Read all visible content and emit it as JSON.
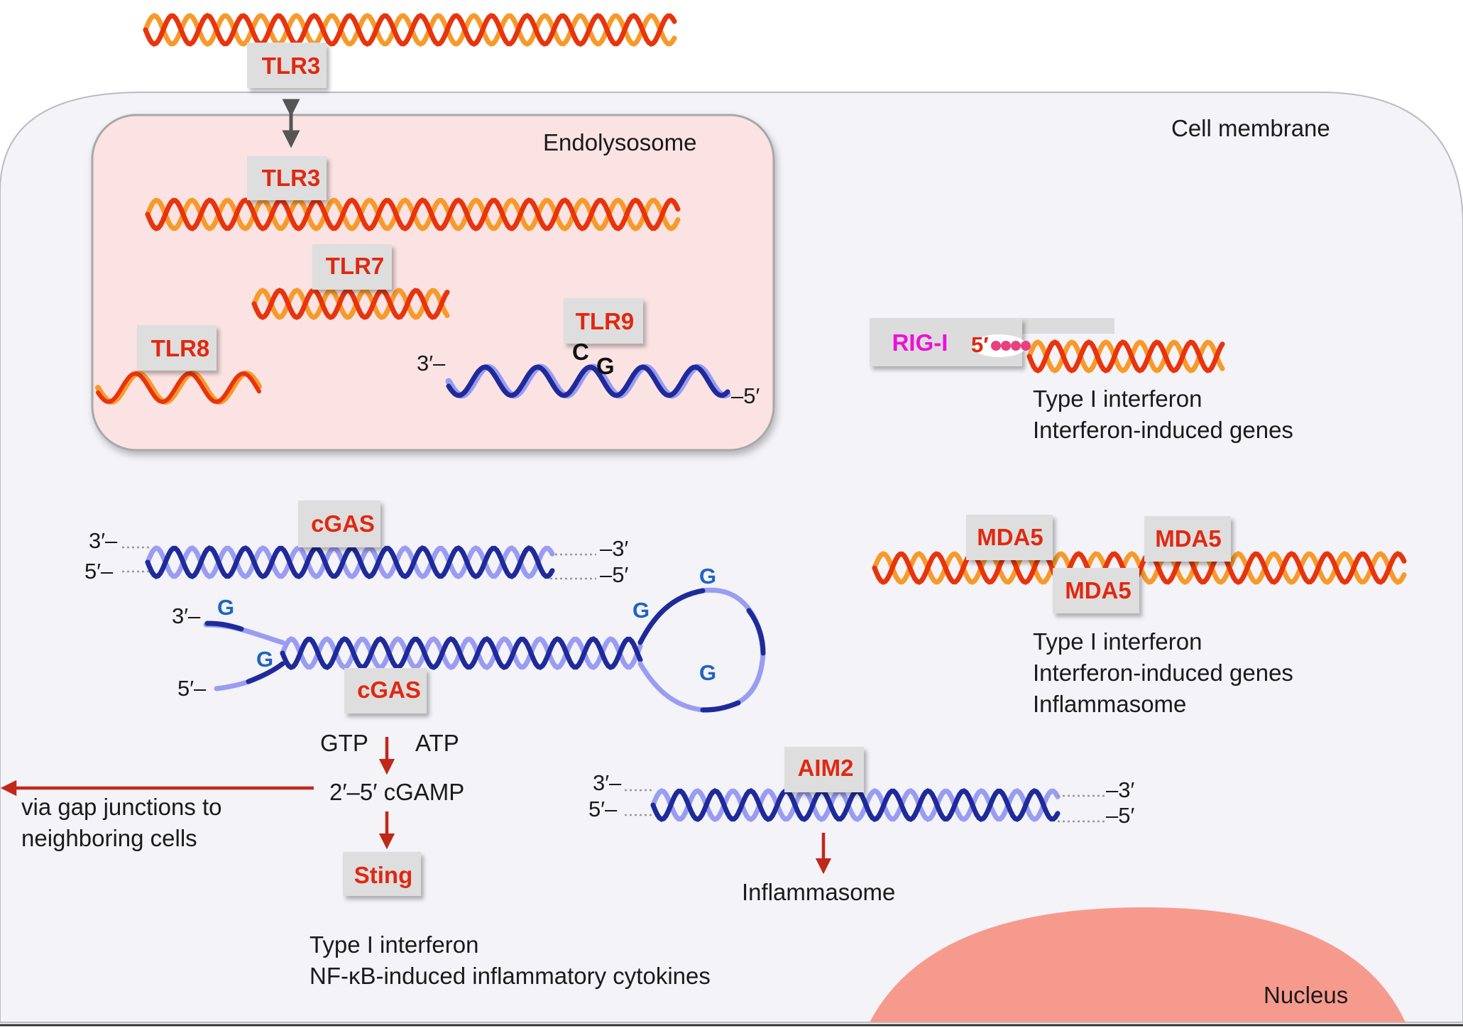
{
  "compartments": {
    "cell_membrane": "Cell membrane",
    "endolysosome": "Endolysosome",
    "nucleus": "Nucleus"
  },
  "proteins": {
    "tlr3_surface": "TLR3",
    "tlr3_endo": "TLR3",
    "tlr7": "TLR7",
    "tlr8": "TLR8",
    "tlr9": "TLR9",
    "rig_i": "RIG-I",
    "mda5_a": "MDA5",
    "mda5_b": "MDA5",
    "mda5_c": "MDA5",
    "cgas_a": "cGAS",
    "cgas_b": "cGAS",
    "aim2": "AIM2",
    "sting": "Sting"
  },
  "strand_ends": {
    "tlr9_left": "3′–",
    "tlr9_right": "–5′",
    "cgas_top_3_left": "3′–",
    "cgas_top_5_left": "5′–",
    "cgas_top_3_right": "–3′",
    "cgas_top_5_right": "–5′",
    "cgas_hp_3": "3′–",
    "cgas_hp_5": "5′–",
    "aim2_3_left": "3′–",
    "aim2_5_left": "5′–",
    "aim2_3_right": "–3′",
    "aim2_5_right": "–5′",
    "rig_5": "5′"
  },
  "nucleotides": {
    "tlr9_c": "C",
    "tlr9_g": "G",
    "g_label": "G"
  },
  "pathway": {
    "gtp": "GTP",
    "atp": "ATP",
    "cgamp": "2′–5′ cGAMP",
    "gap_junction_line1": "via gap junctions to",
    "gap_junction_line2": "neighboring cells",
    "sting_out_line1": "Type I interferon",
    "sting_out_line2": "NF-κB-induced inflammatory cytokines",
    "aim2_out": "Inflammasome"
  },
  "outputs": {
    "rig_line1": "Type I interferon",
    "rig_line2": "Interferon-induced genes",
    "mda5_line1": "Type I interferon",
    "mda5_line2": "Interferon-induced genes",
    "mda5_line3": "Inflammasome"
  },
  "colors": {
    "rna_dark": "#e8340c",
    "rna_light": "#f79a2a",
    "dna_dark": "#1f2a9a",
    "dna_light": "#9a9cf2",
    "arrow_red": "#c0281a",
    "endolysosome_fill": "#fbe3e3",
    "cell_fill": "#f3f3f8",
    "nucleus_fill": "#f79a8e",
    "protein_box": "#dedede",
    "rig_text": "#ee10d8"
  }
}
